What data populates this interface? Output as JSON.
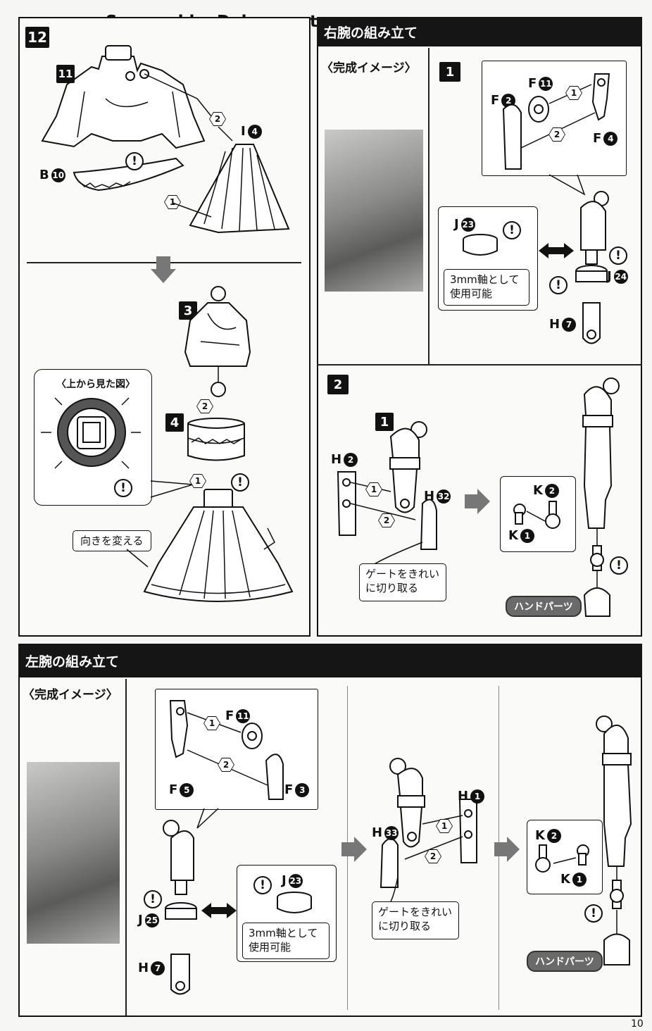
{
  "watermark": "Scanned by Dalong.net",
  "page_number": "10",
  "step12": {
    "step": "12",
    "labels": {
      "p11": "11",
      "b10_letter": "B",
      "b10_num": "10",
      "i4_letter": "I",
      "i4_num": "4",
      "s3": "3",
      "s4": "4"
    },
    "hex": {
      "one": "1",
      "two": "2"
    },
    "top_view_title": "〈上から見た図〉",
    "change_direction_note": "向きを変える"
  },
  "right_arm": {
    "title": "右腕の組み立て",
    "complete_image": "〈完成イメージ〉",
    "step1": {
      "step": "1",
      "labels": {
        "f11_letter": "F",
        "f11_num": "11",
        "f2_letter": "F",
        "f2_num": "2",
        "f4_letter": "F",
        "f4_num": "4",
        "j23_letter": "J",
        "j23_num": "23",
        "j24_letter": "J",
        "j24_num": "24",
        "h7_letter": "H",
        "h7_num": "7"
      },
      "hex": {
        "one": "1",
        "two": "2"
      },
      "note_line1": "3mm軸として",
      "note_line2": "使用可能"
    },
    "step2": {
      "step": "2",
      "inner_step": "1",
      "labels": {
        "h2_letter": "H",
        "h2_num": "2",
        "h32_letter": "H",
        "h32_num": "32",
        "k2_letter": "K",
        "k2_num": "2",
        "k1_letter": "K",
        "k1_num": "1"
      },
      "hex": {
        "one": "1",
        "two": "2"
      },
      "gate_note_line1": "ゲートをきれい",
      "gate_note_line2": "に切り取る",
      "hand_parts": "ハンドパーツ"
    }
  },
  "left_arm": {
    "title": "左腕の組み立て",
    "complete_image": "〈完成イメージ〉",
    "labels": {
      "f11_letter": "F",
      "f11_num": "11",
      "f5_letter": "F",
      "f5_num": "5",
      "f3_letter": "F",
      "f3_num": "3",
      "j25_letter": "J",
      "j25_num": "25",
      "j23_letter": "J",
      "j23_num": "23",
      "h7_letter": "H",
      "h7_num": "7",
      "h1_letter": "H",
      "h1_num": "1",
      "h33_letter": "H",
      "h33_num": "33",
      "k2_letter": "K",
      "k2_num": "2",
      "k1_letter": "K",
      "k1_num": "1"
    },
    "hex": {
      "one": "1",
      "two": "2"
    },
    "note_line1": "3mm軸として",
    "note_line2": "使用可能",
    "gate_note_line1": "ゲートをきれい",
    "gate_note_line2": "に切り取る",
    "hand_parts": "ハンドパーツ"
  },
  "warning_symbol": "!"
}
